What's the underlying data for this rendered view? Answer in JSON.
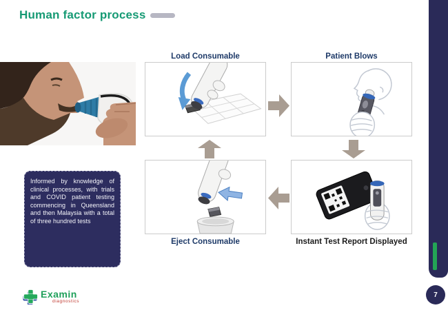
{
  "slide": {
    "title": "Human factor process",
    "page_number": "7"
  },
  "process": {
    "steps": [
      {
        "id": "load-consumable",
        "label": "Load Consumable",
        "label_position": "top"
      },
      {
        "id": "patient-blows",
        "label": "Patient Blows",
        "label_position": "top"
      },
      {
        "id": "eject-consumable",
        "label": "Eject Consumable",
        "label_position": "bottom"
      },
      {
        "id": "instant-test-report",
        "label": "Instant Test Report Displayed",
        "label_position": "bottom"
      }
    ],
    "flow_arrows": [
      "right",
      "down",
      "left",
      "up"
    ]
  },
  "note": {
    "text": "Informed by knowledge of clinical processes, with trials and COVID patient testing commencing in Queensland and then Malaysia with a total of three hundred tests"
  },
  "logo": {
    "name": "Examin",
    "tagline": "diagnostics"
  },
  "colors": {
    "title_green": "#169A74",
    "label_navy": "#1E3A68",
    "note_bg": "#2D2D5F",
    "sidebar_navy": "#2A2A58",
    "accent_green": "#23A455",
    "arrow_taupe": "#A99D92",
    "logo_green": "#1FA05A",
    "logo_red": "#C03A30",
    "device_blue": "#2E7CA6"
  }
}
